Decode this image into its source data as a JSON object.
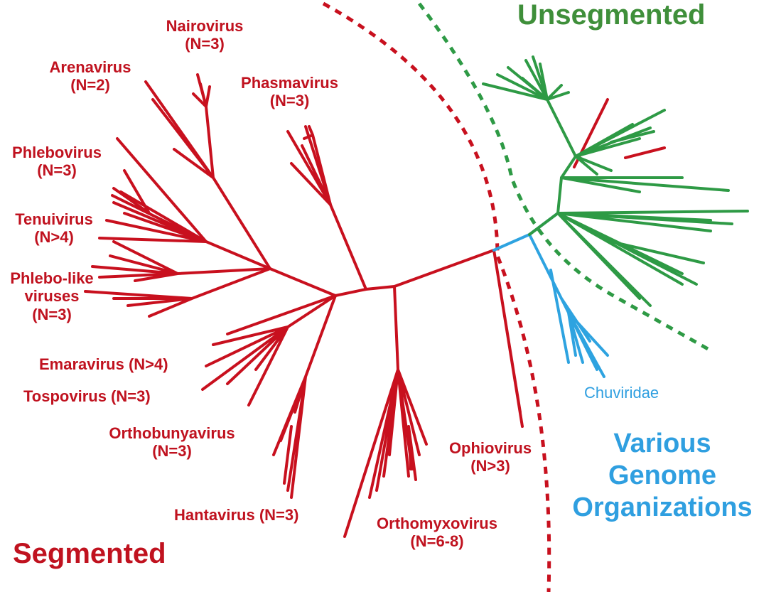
{
  "diagram": {
    "colors": {
      "segmented": "#c8101e",
      "unsegmented": "#2e9a45",
      "various": "#2ea3e0",
      "segmented_text": "#c0121f",
      "unsegmented_text": "#3f8f3a",
      "various_text": "#2f9fe0"
    },
    "group_labels": {
      "segmented": "Segmented",
      "unsegmented": "Unsegmented",
      "various_line1": "Various",
      "various_line2": "Genome",
      "various_line3": "Organizations"
    },
    "clades": {
      "nairovirus": {
        "name": "Nairovirus",
        "count": "(N=3)"
      },
      "arenavirus": {
        "name": "Arenavirus",
        "count": "(N=2)"
      },
      "phasmavirus": {
        "name": "Phasmavirus",
        "count": "(N=3)"
      },
      "phlebovirus": {
        "name": "Phlebovirus",
        "count": "(N=3)"
      },
      "tenuivirus": {
        "name": "Tenuivirus",
        "count": "(N>4)"
      },
      "phlebo_like": {
        "name1": "Phlebo-like",
        "name2": "viruses",
        "count": "(N=3)"
      },
      "emaravirus": {
        "label": "Emaravirus (N>4)"
      },
      "tospovirus": {
        "label": "Tospovirus (N=3)"
      },
      "orthobunyavirus": {
        "name": "Orthobunyavirus",
        "count": "(N=3)"
      },
      "hantavirus": {
        "label": "Hantavirus (N=3)"
      },
      "orthomyxovirus": {
        "name": "Orthomyxovirus",
        "count": "(N=6-8)"
      },
      "ophiovirus": {
        "name": "Ophiovirus",
        "count": "(N>3)"
      },
      "chuviridae": {
        "name": "Chuviridae"
      }
    }
  }
}
